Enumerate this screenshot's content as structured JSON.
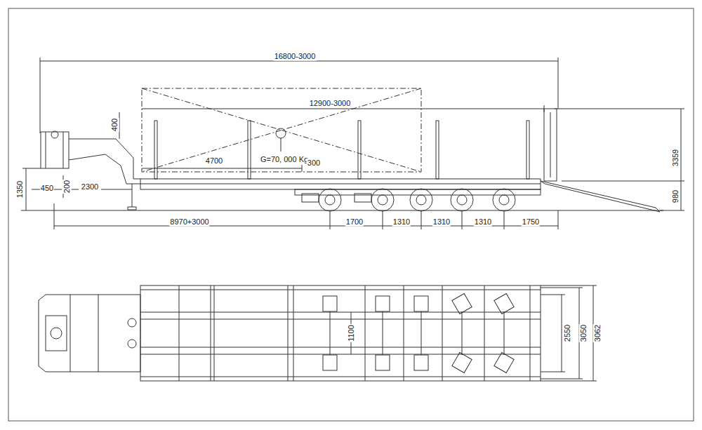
{
  "diagram": {
    "labels": [
      "16800-3000",
      "12900-3000",
      "400",
      "4700",
      "G=70, 000 Kg",
      "300",
      "3359",
      "980",
      "1350",
      "450",
      "200",
      "2300",
      "8970+3000",
      "1700",
      "1310",
      "1310",
      "1310",
      "1750",
      "1100",
      "2550",
      "3050",
      "3062"
    ]
  }
}
